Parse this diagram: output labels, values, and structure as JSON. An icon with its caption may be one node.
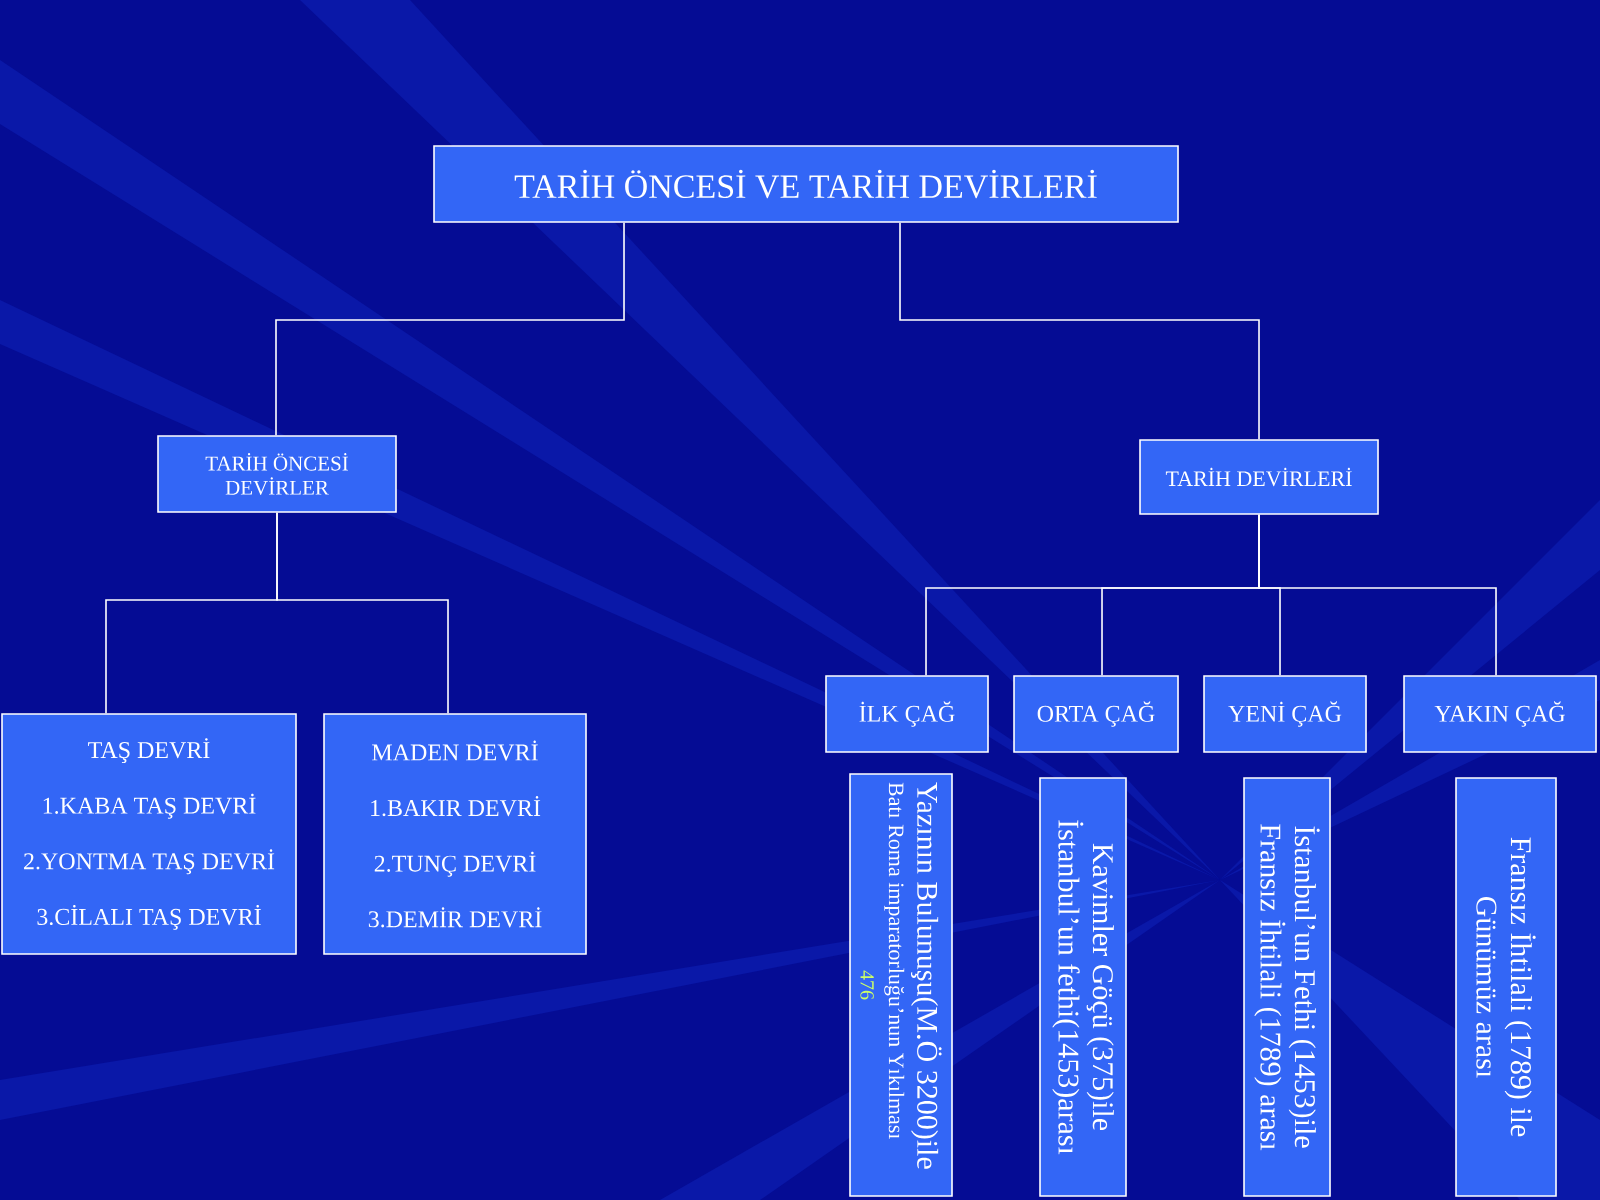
{
  "diagram": {
    "nodes": [
      {
        "text": [
          "TARİH ÖNCESİ VE TARİH DEVİRLERİ"
        ]
      },
      {
        "text": [
          "TARİH ÖNCESİ DEVİRLER"
        ]
      },
      {
        "text": [
          "TARİH DEVİRLERİ"
        ]
      },
      {
        "text": [
          "TAŞ DEVRİ",
          "1.KABA TAŞ DEVRİ",
          "2.YONTMA TAŞ DEVRİ",
          "3.CİLALI TAŞ DEVRİ"
        ]
      },
      {
        "text": [
          "MADEN DEVRİ",
          "1.BAKIR DEVRİ",
          "2.TUNÇ DEVRİ",
          "3.DEMİR DEVRİ"
        ]
      },
      {
        "text": [
          "İLK ÇAĞ"
        ]
      },
      {
        "text": [
          "ORTA ÇAĞ"
        ]
      },
      {
        "text": [
          "YENİ ÇAĞ"
        ]
      },
      {
        "text": [
          "YAKIN ÇAĞ"
        ]
      },
      {
        "text": [
          "Yazının Bulunuşu(M.Ö 3200)ile",
          "Batı Roma imparatorluğu’nun Yıkılması",
          "476"
        ]
      },
      {
        "text": [
          "Kavimler Göçü (375)ile İstanbul’un fethi(1453)arası"
        ]
      },
      {
        "text": [
          "İstanbul’un Fethi (1453)ile Fransız İhtilali (1789) arası"
        ]
      },
      {
        "text": [
          "Fransız İhtilali (1789) ile Günümüz arası"
        ]
      }
    ],
    "edges": [
      {
        "from": 0,
        "to": 1,
        "arrow": "none"
      },
      {
        "from": 0,
        "to": 2,
        "arrow": "none"
      },
      {
        "from": 1,
        "to": 3,
        "arrow": "none"
      },
      {
        "from": 1,
        "to": 4,
        "arrow": "none"
      },
      {
        "from": 2,
        "to": 5,
        "arrow": "none"
      },
      {
        "from": 2,
        "to": 6,
        "arrow": "none"
      },
      {
        "from": 2,
        "to": 7,
        "arrow": "none"
      },
      {
        "from": 2,
        "to": 8,
        "arrow": "none"
      }
    ]
  }
}
